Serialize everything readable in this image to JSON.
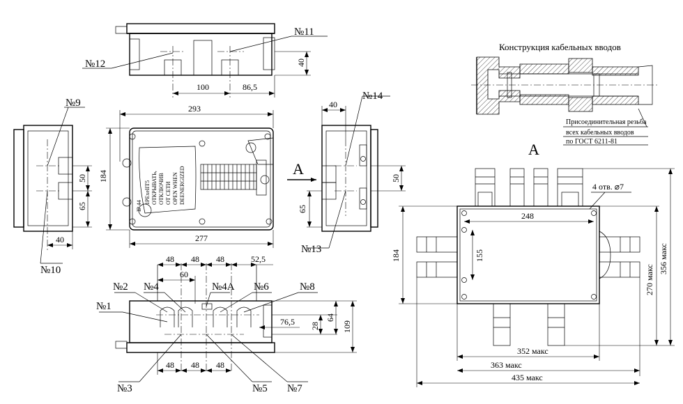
{
  "labels": {
    "n1": "№1",
    "n2": "№2",
    "n3": "№3",
    "n4": "№4",
    "n4a": "№4А",
    "n5": "№5",
    "n6": "№6",
    "n7": "№7",
    "n8": "№8",
    "n9": "№9",
    "n10": "№10",
    "n11": "№11",
    "n12": "№12",
    "n13": "№13",
    "n14": "№14"
  },
  "view_marks": {
    "arrow_a": "A",
    "view_a": "A"
  },
  "cable_entry": {
    "title": "Конструкция кабельных вводов",
    "note_line1": "Присоединительная резьба",
    "note_line2": "всех кабельных вводов",
    "note_line3": "по ГОСТ 6211-81"
  },
  "cover_plate": {
    "lines": [
      "1PExeIIT5",
      "ОТКРЫВАТЬ,",
      "ОТКЛЮЧИВ",
      "ОТ СЕТИ",
      "OPEN WHEN",
      "DEENERGIZED"
    ],
    "ip": "IP 44"
  },
  "dims": {
    "top_40": "40",
    "top_100": "100",
    "top_86_5": "86,5",
    "front_293": "293",
    "front_184": "184",
    "front_277": "277",
    "left_50": "50",
    "left_65": "65",
    "left_40": "40",
    "right_40": "40",
    "right_50": "50",
    "right_65": "65",
    "bot_48a": "48",
    "bot_48b": "48",
    "bot_48c": "48",
    "bot_52_5": "52,5",
    "bot_60": "60",
    "bot_76_5": "76,5",
    "bot_28": "28",
    "bot_64": "64",
    "bot_109": "109",
    "bot_48d": "48",
    "bot_48e": "48",
    "bot_48f": "48",
    "va_248": "248",
    "va_4holes": "4 отв. ⌀7",
    "va_184": "184",
    "va_155": "155",
    "va_270": "270 макс",
    "va_356": "356 макс",
    "va_352": "352 макс",
    "va_363": "363 макс",
    "va_435": "435 макс"
  }
}
